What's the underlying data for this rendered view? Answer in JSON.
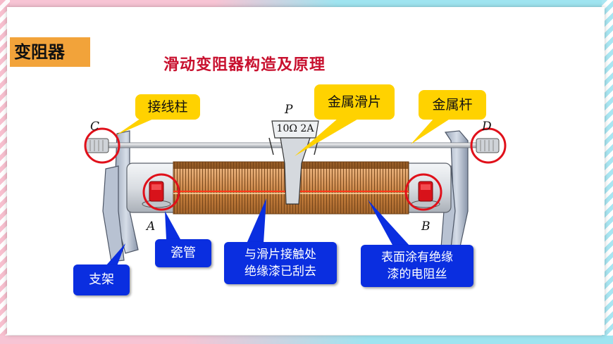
{
  "section_label": "变阻器",
  "title": "滑动变阻器构造及原理",
  "slider_rating": "10Ω 2A",
  "terminal_letters": {
    "a": "A",
    "b": "B",
    "c": "C",
    "d": "D",
    "p": "P"
  },
  "callouts": {
    "binding_post": "接线柱",
    "metal_slider": "金属滑片",
    "metal_rod": "金属杆",
    "porcelain_tube": "瓷管",
    "stand": "支架",
    "contact_line_1": "与滑片接触处",
    "contact_line_2": "绝缘漆已刮去",
    "wire_line_1": "表面涂有绝缘",
    "wire_line_2": "漆的电阻丝"
  },
  "colors": {
    "badge": "#f2a33a",
    "title": "#c8102e",
    "yellow_callout": "#ffd200",
    "blue_callout": "#0a2ee0",
    "coil": "#c8843c",
    "highlight_circle": "#e0101a"
  }
}
